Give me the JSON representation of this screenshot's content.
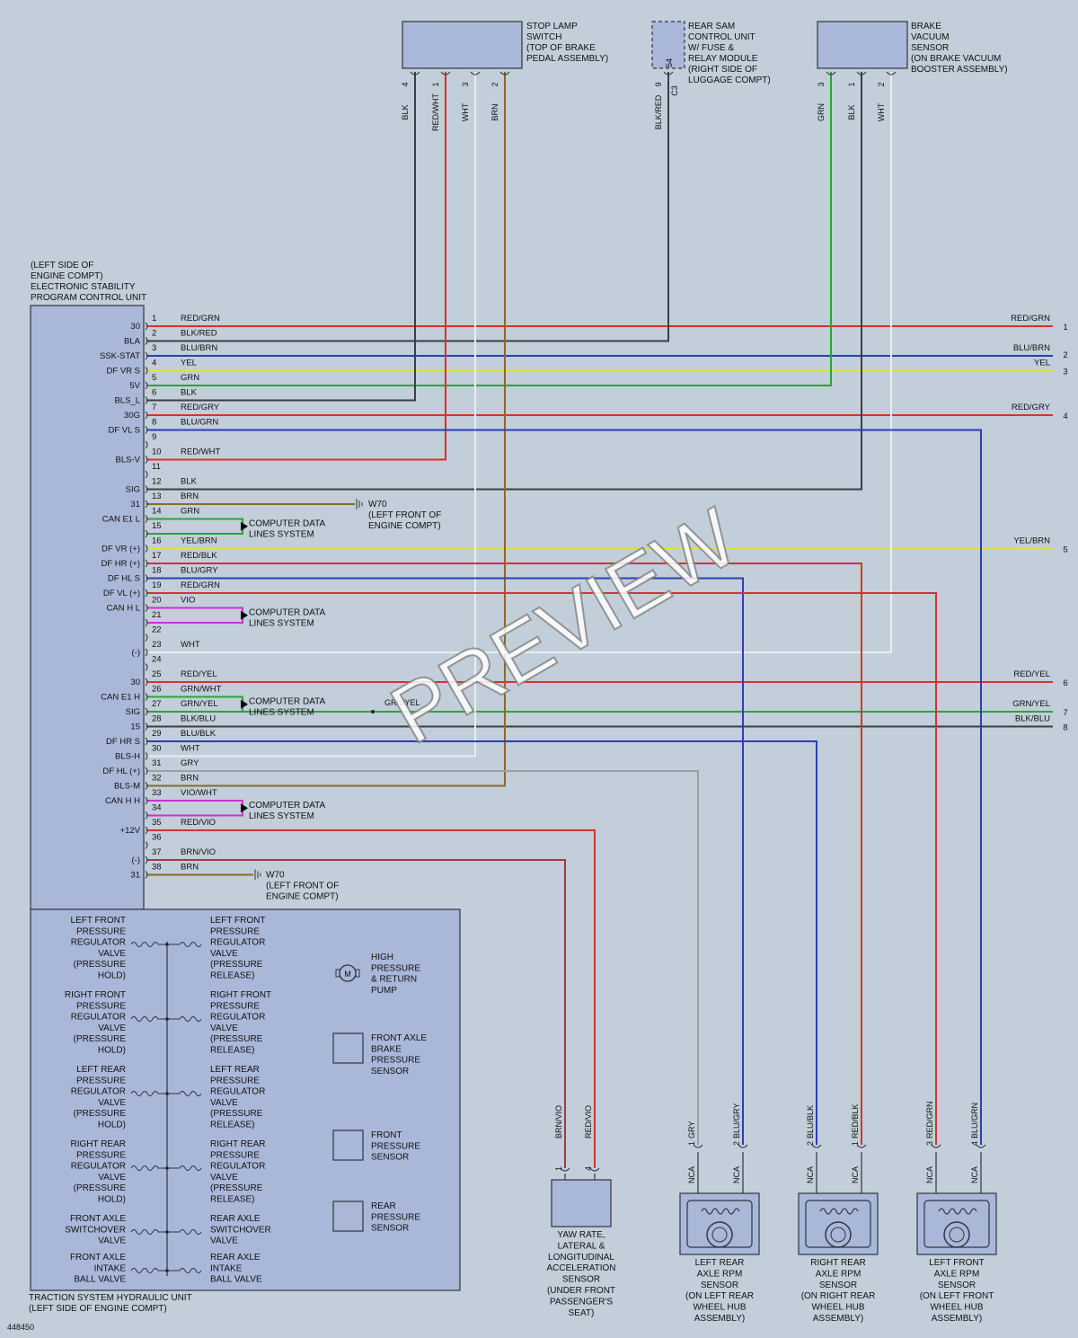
{
  "components": {
    "stop_lamp_switch": [
      "STOP LAMP",
      "SWITCH",
      "(TOP OF BRAKE",
      "PEDAL ASSEMBLY)"
    ],
    "rear_sam": [
      "REAR SAM",
      "CONTROL UNIT",
      "W/ FUSE &",
      "RELAY MODULE",
      "(RIGHT SIDE OF",
      "LUGGAGE COMPT)"
    ],
    "rear_sam_conn": "C3",
    "rear_sam_pin": "54",
    "brake_vacuum": [
      "BRAKE",
      "VACUUM",
      "SENSOR",
      "(ON BRAKE VACUUM",
      "BOOSTER ASSEMBLY)"
    ],
    "esp_unit": [
      "(LEFT SIDE OF",
      "ENGINE COMPT)",
      "ELECTRONIC STABILITY",
      "PROGRAM CONTROL UNIT"
    ],
    "hydraulic_unit": [
      "TRACTION SYSTEM HYDRAULIC UNIT",
      "(LEFT SIDE OF ENGINE COMPT)"
    ],
    "yaw_sensor": [
      "YAW RATE,",
      "LATERAL &",
      "LONGITUDINAL",
      "ACCELERATION",
      "SENSOR",
      "(UNDER FRONT",
      "PASSENGER'S",
      "SEAT)"
    ],
    "left_rear_rpm": [
      "LEFT REAR",
      "AXLE RPM",
      "SENSOR",
      "(ON LEFT REAR",
      "WHEEL HUB",
      "ASSEMBLY)"
    ],
    "right_rear_rpm": [
      "RIGHT REAR",
      "AXLE RPM",
      "SENSOR",
      "(ON RIGHT REAR",
      "WHEEL HUB",
      "ASSEMBLY)"
    ],
    "left_front_rpm": [
      "LEFT FRONT",
      "AXLE RPM",
      "SENSOR",
      "(ON LEFT FRONT",
      "WHEEL HUB",
      "ASSEMBLY)"
    ]
  },
  "top_wires": [
    {
      "color": "BLK",
      "pin": "4"
    },
    {
      "color": "RED/WHT",
      "pin": "1"
    },
    {
      "color": "WHT",
      "pin": "3"
    },
    {
      "color": "BRN",
      "pin": "2"
    },
    {
      "color": "BLK/RED",
      "pin": "9"
    },
    {
      "color": "GRN",
      "pin": "3"
    },
    {
      "color": "BLK",
      "pin": "1"
    },
    {
      "color": "WHT",
      "pin": "2"
    }
  ],
  "ecu_pins": [
    {
      "num": "1",
      "func": "30",
      "wire": "RED/GRN"
    },
    {
      "num": "2",
      "func": "BLA",
      "wire": "BLK/RED"
    },
    {
      "num": "3",
      "func": "SSK-STAT",
      "wire": "BLU/BRN"
    },
    {
      "num": "4",
      "func": "DF VR S",
      "wire": "YEL"
    },
    {
      "num": "5",
      "func": "5V",
      "wire": "GRN"
    },
    {
      "num": "6",
      "func": "BLS_L",
      "wire": "BLK"
    },
    {
      "num": "7",
      "func": "30G",
      "wire": "RED/GRY"
    },
    {
      "num": "8",
      "func": "DF VL S",
      "wire": "BLU/GRN"
    },
    {
      "num": "9",
      "func": "",
      "wire": ""
    },
    {
      "num": "10",
      "func": "BLS-V",
      "wire": "RED/WHT"
    },
    {
      "num": "11",
      "func": "",
      "wire": ""
    },
    {
      "num": "12",
      "func": "SIG",
      "wire": "BLK"
    },
    {
      "num": "13",
      "func": "31",
      "wire": "BRN"
    },
    {
      "num": "14",
      "func": "CAN E1 L",
      "wire": "GRN"
    },
    {
      "num": "15",
      "func": "",
      "wire": ""
    },
    {
      "num": "16",
      "func": "DF VR (+)",
      "wire": "YEL/BRN"
    },
    {
      "num": "17",
      "func": "DF HR (+)",
      "wire": "RED/BLK"
    },
    {
      "num": "18",
      "func": "DF HL S",
      "wire": "BLU/GRY"
    },
    {
      "num": "19",
      "func": "DF VL (+)",
      "wire": "RED/GRN"
    },
    {
      "num": "20",
      "func": "CAN H L",
      "wire": "VIO"
    },
    {
      "num": "21",
      "func": "",
      "wire": ""
    },
    {
      "num": "22",
      "func": "",
      "wire": ""
    },
    {
      "num": "23",
      "func": "(-)",
      "wire": "WHT"
    },
    {
      "num": "24",
      "func": "",
      "wire": ""
    },
    {
      "num": "25",
      "func": "30",
      "wire": "RED/YEL"
    },
    {
      "num": "26",
      "func": "CAN E1 H",
      "wire": "GRN/WHT"
    },
    {
      "num": "27",
      "func": "SIG",
      "wire": "GRN/YEL"
    },
    {
      "num": "28",
      "func": "15",
      "wire": "BLK/BLU"
    },
    {
      "num": "29",
      "func": "DF HR S",
      "wire": "BLU/BLK"
    },
    {
      "num": "30",
      "func": "BLS-H",
      "wire": "WHT"
    },
    {
      "num": "31",
      "func": "DF HL (+)",
      "wire": "GRY"
    },
    {
      "num": "32",
      "func": "BLS-M",
      "wire": "BRN"
    },
    {
      "num": "33",
      "func": "CAN H H",
      "wire": "VIO/WHT"
    },
    {
      "num": "34",
      "func": "",
      "wire": ""
    },
    {
      "num": "35",
      "func": "+12V",
      "wire": "RED/VIO"
    },
    {
      "num": "36",
      "func": "",
      "wire": ""
    },
    {
      "num": "37",
      "func": "(-)",
      "wire": "BRN/VIO"
    },
    {
      "num": "38",
      "func": "31",
      "wire": "BRN"
    }
  ],
  "right_labels": [
    {
      "wire": "RED/GRN",
      "num": "1"
    },
    {
      "wire": "BLU/BRN",
      "num": "2"
    },
    {
      "wire": "YEL",
      "num": "3"
    },
    {
      "wire": "RED/GRY",
      "num": "4"
    },
    {
      "wire": "YEL/BRN",
      "num": "5"
    },
    {
      "wire": "RED/YEL",
      "num": "6"
    },
    {
      "wire": "GRN/YEL",
      "num": "7"
    },
    {
      "wire": "BLK/BLU",
      "num": "8"
    }
  ],
  "data_lines": "COMPUTER DATA|LINES SYSTEM",
  "ground": [
    "W70",
    "(LEFT FRONT OF",
    "ENGINE COMPT)"
  ],
  "grn_yel_mid": "GRN/YEL",
  "valves_left": [
    [
      "LEFT FRONT",
      "PRESSURE",
      "REGULATOR",
      "VALVE",
      "(PRESSURE",
      "HOLD)"
    ],
    [
      "RIGHT FRONT",
      "PRESSURE",
      "REGULATOR",
      "VALVE",
      "(PRESSURE",
      "HOLD)"
    ],
    [
      "LEFT REAR",
      "PRESSURE",
      "REGULATOR",
      "VALVE",
      "(PRESSURE",
      "HOLD)"
    ],
    [
      "RIGHT REAR",
      "PRESSURE",
      "REGULATOR",
      "VALVE",
      "(PRESSURE",
      "HOLD)"
    ],
    [
      "FRONT AXLE",
      "SWITCHOVER",
      "VALVE"
    ],
    [
      "FRONT AXLE",
      "INTAKE",
      "BALL VALVE"
    ]
  ],
  "valves_right": [
    [
      "LEFT FRONT",
      "PRESSURE",
      "REGULATOR",
      "VALVE",
      "(PRESSURE",
      "RELEASE)"
    ],
    [
      "RIGHT FRONT",
      "PRESSURE",
      "REGULATOR",
      "VALVE",
      "(PRESSURE",
      "RELEASE)"
    ],
    [
      "LEFT REAR",
      "PRESSURE",
      "REGULATOR",
      "VALVE",
      "(PRESSURE",
      "RELEASE)"
    ],
    [
      "RIGHT REAR",
      "PRESSURE",
      "REGULATOR",
      "VALVE",
      "(PRESSURE",
      "RELEASE)"
    ],
    [
      "REAR AXLE",
      "SWITCHOVER",
      "VALVE"
    ],
    [
      "REAR AXLE",
      "INTAKE",
      "BALL VALVE"
    ]
  ],
  "pump": [
    "HIGH",
    "PRESSURE",
    "& RETURN",
    "PUMP"
  ],
  "pump_symbol": "M",
  "sensors_inside": [
    [
      "FRONT AXLE",
      "BRAKE",
      "PRESSURE",
      "SENSOR"
    ],
    [
      "FRONT",
      "PRESSURE",
      "SENSOR"
    ],
    [
      "REAR",
      "PRESSURE",
      "SENSOR"
    ]
  ],
  "bottom_wires": [
    {
      "color": "BRN/VIO",
      "pin": "1"
    },
    {
      "color": "RED/VIO",
      "pin": "4"
    },
    {
      "color": "GRY",
      "pin": "1"
    },
    {
      "color": "BLU/GRY",
      "pin": "2"
    },
    {
      "color": "BLU/BLK",
      "pin": "2"
    },
    {
      "color": "RED/BLK",
      "pin": "1"
    },
    {
      "color": "RED/GRN",
      "pin": "3"
    },
    {
      "color": "BLU/GRN",
      "pin": "4"
    }
  ],
  "nca": "NCA",
  "diagram_id": "448450",
  "watermark": "PREVIEW",
  "wire_colors": {
    "red": "#d4342c",
    "blue": "#2b3fb7",
    "yellow": "#e3e32a",
    "green": "#2ea33a",
    "black": "#3b3f45",
    "white": "#e8eef2",
    "brown": "#8a6a2a",
    "violet": "#cc33cc",
    "gray": "#9aa0a6"
  }
}
